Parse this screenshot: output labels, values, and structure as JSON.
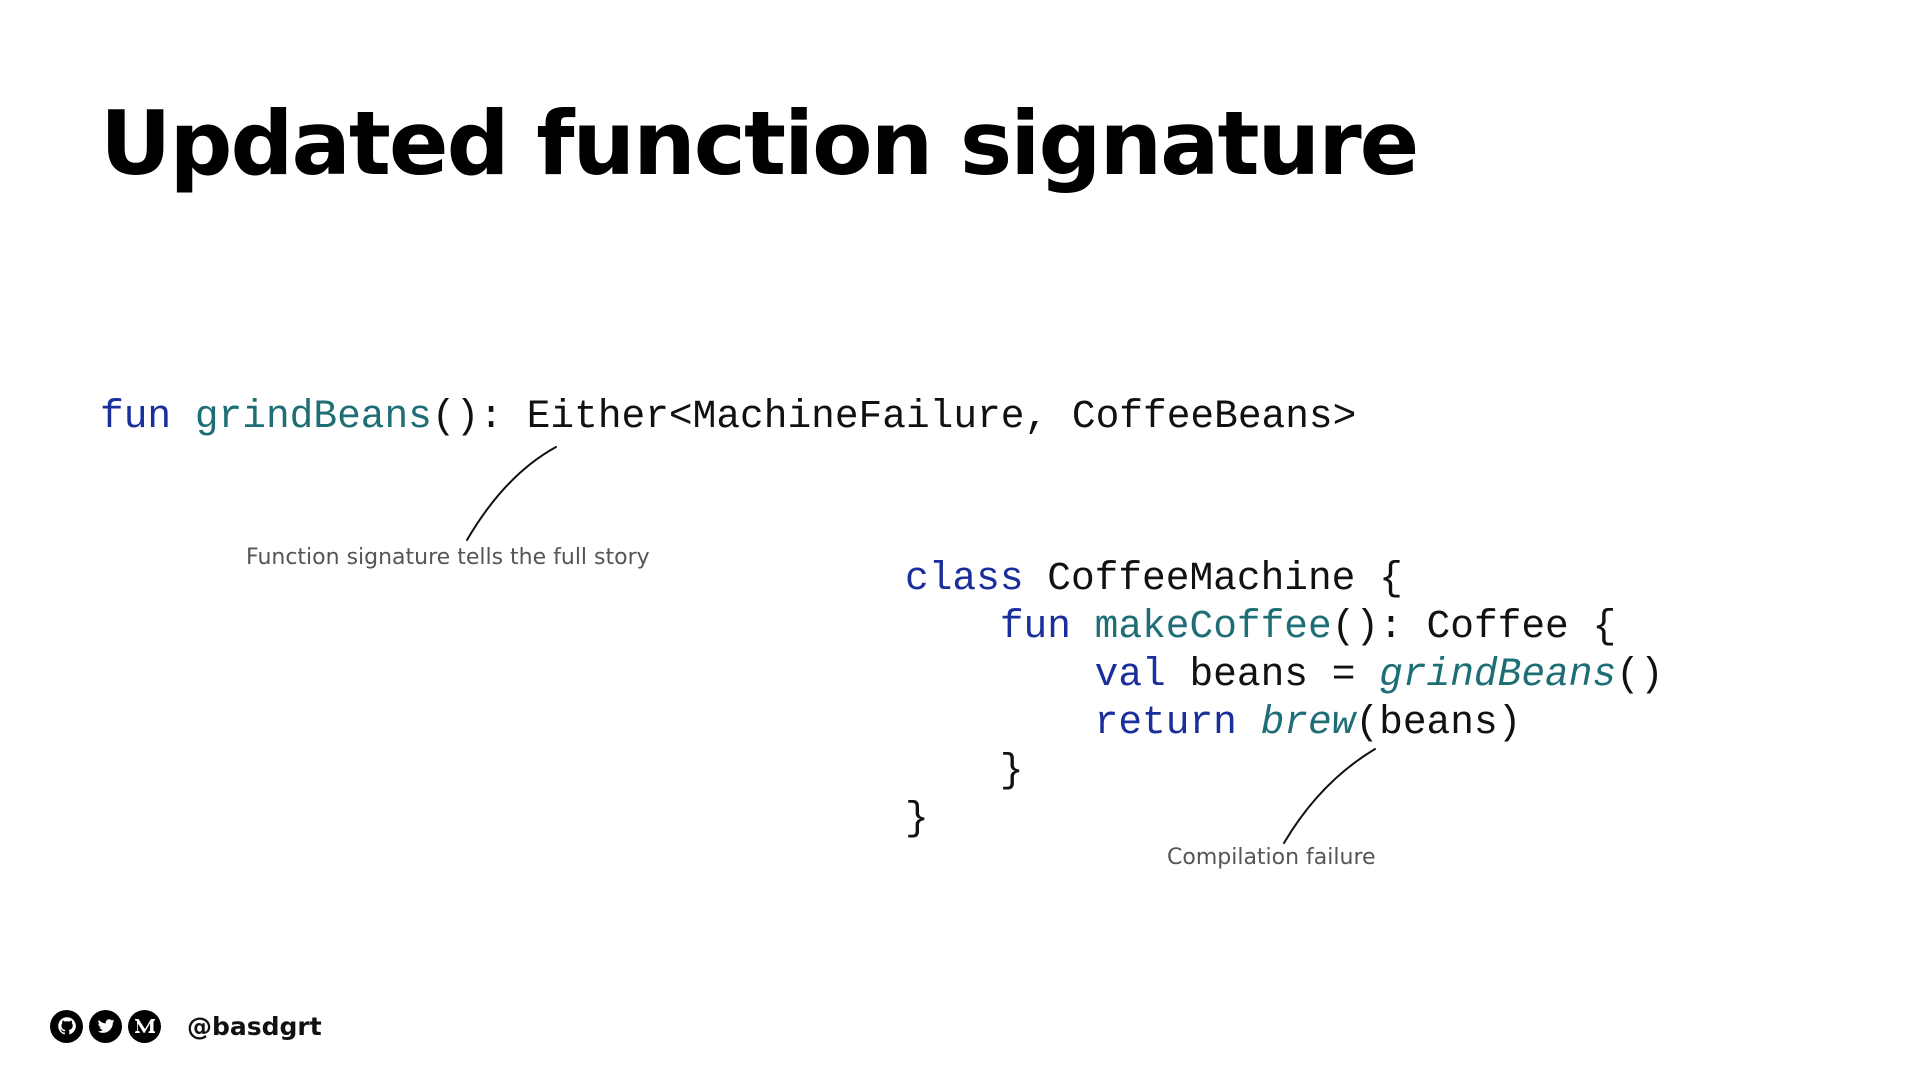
{
  "slide": {
    "title": "Updated function signature"
  },
  "signature": {
    "kw_fun": "fun",
    "fn_name": "grindBeans",
    "rest": "(): Either<MachineFailure, CoffeeBeans>"
  },
  "class_block": {
    "line1_kw": "class",
    "line1_rest": " CoffeeMachine {",
    "line2_kw": "fun",
    "line2_fn": "makeCoffee",
    "line2_rest": "(): Coffee {",
    "line3_kw": "val",
    "line3_mid": " beans = ",
    "line3_fn": "grindBeans",
    "line3_rest": "()",
    "line4_kw": "return",
    "line4_fn": "brew",
    "line4_rest": "(beans)",
    "line5": "}",
    "line6": "}"
  },
  "annotations": {
    "signature_note": "Function signature tells the full story",
    "compile_note": "Compilation failure"
  },
  "footer": {
    "handle": "@basdgrt",
    "icons": [
      "github-icon",
      "twitter-icon",
      "medium-icon"
    ]
  },
  "colors": {
    "keyword": "#1a2f9c",
    "function": "#1e6e75",
    "text": "#111111",
    "annotation": "#555555"
  }
}
